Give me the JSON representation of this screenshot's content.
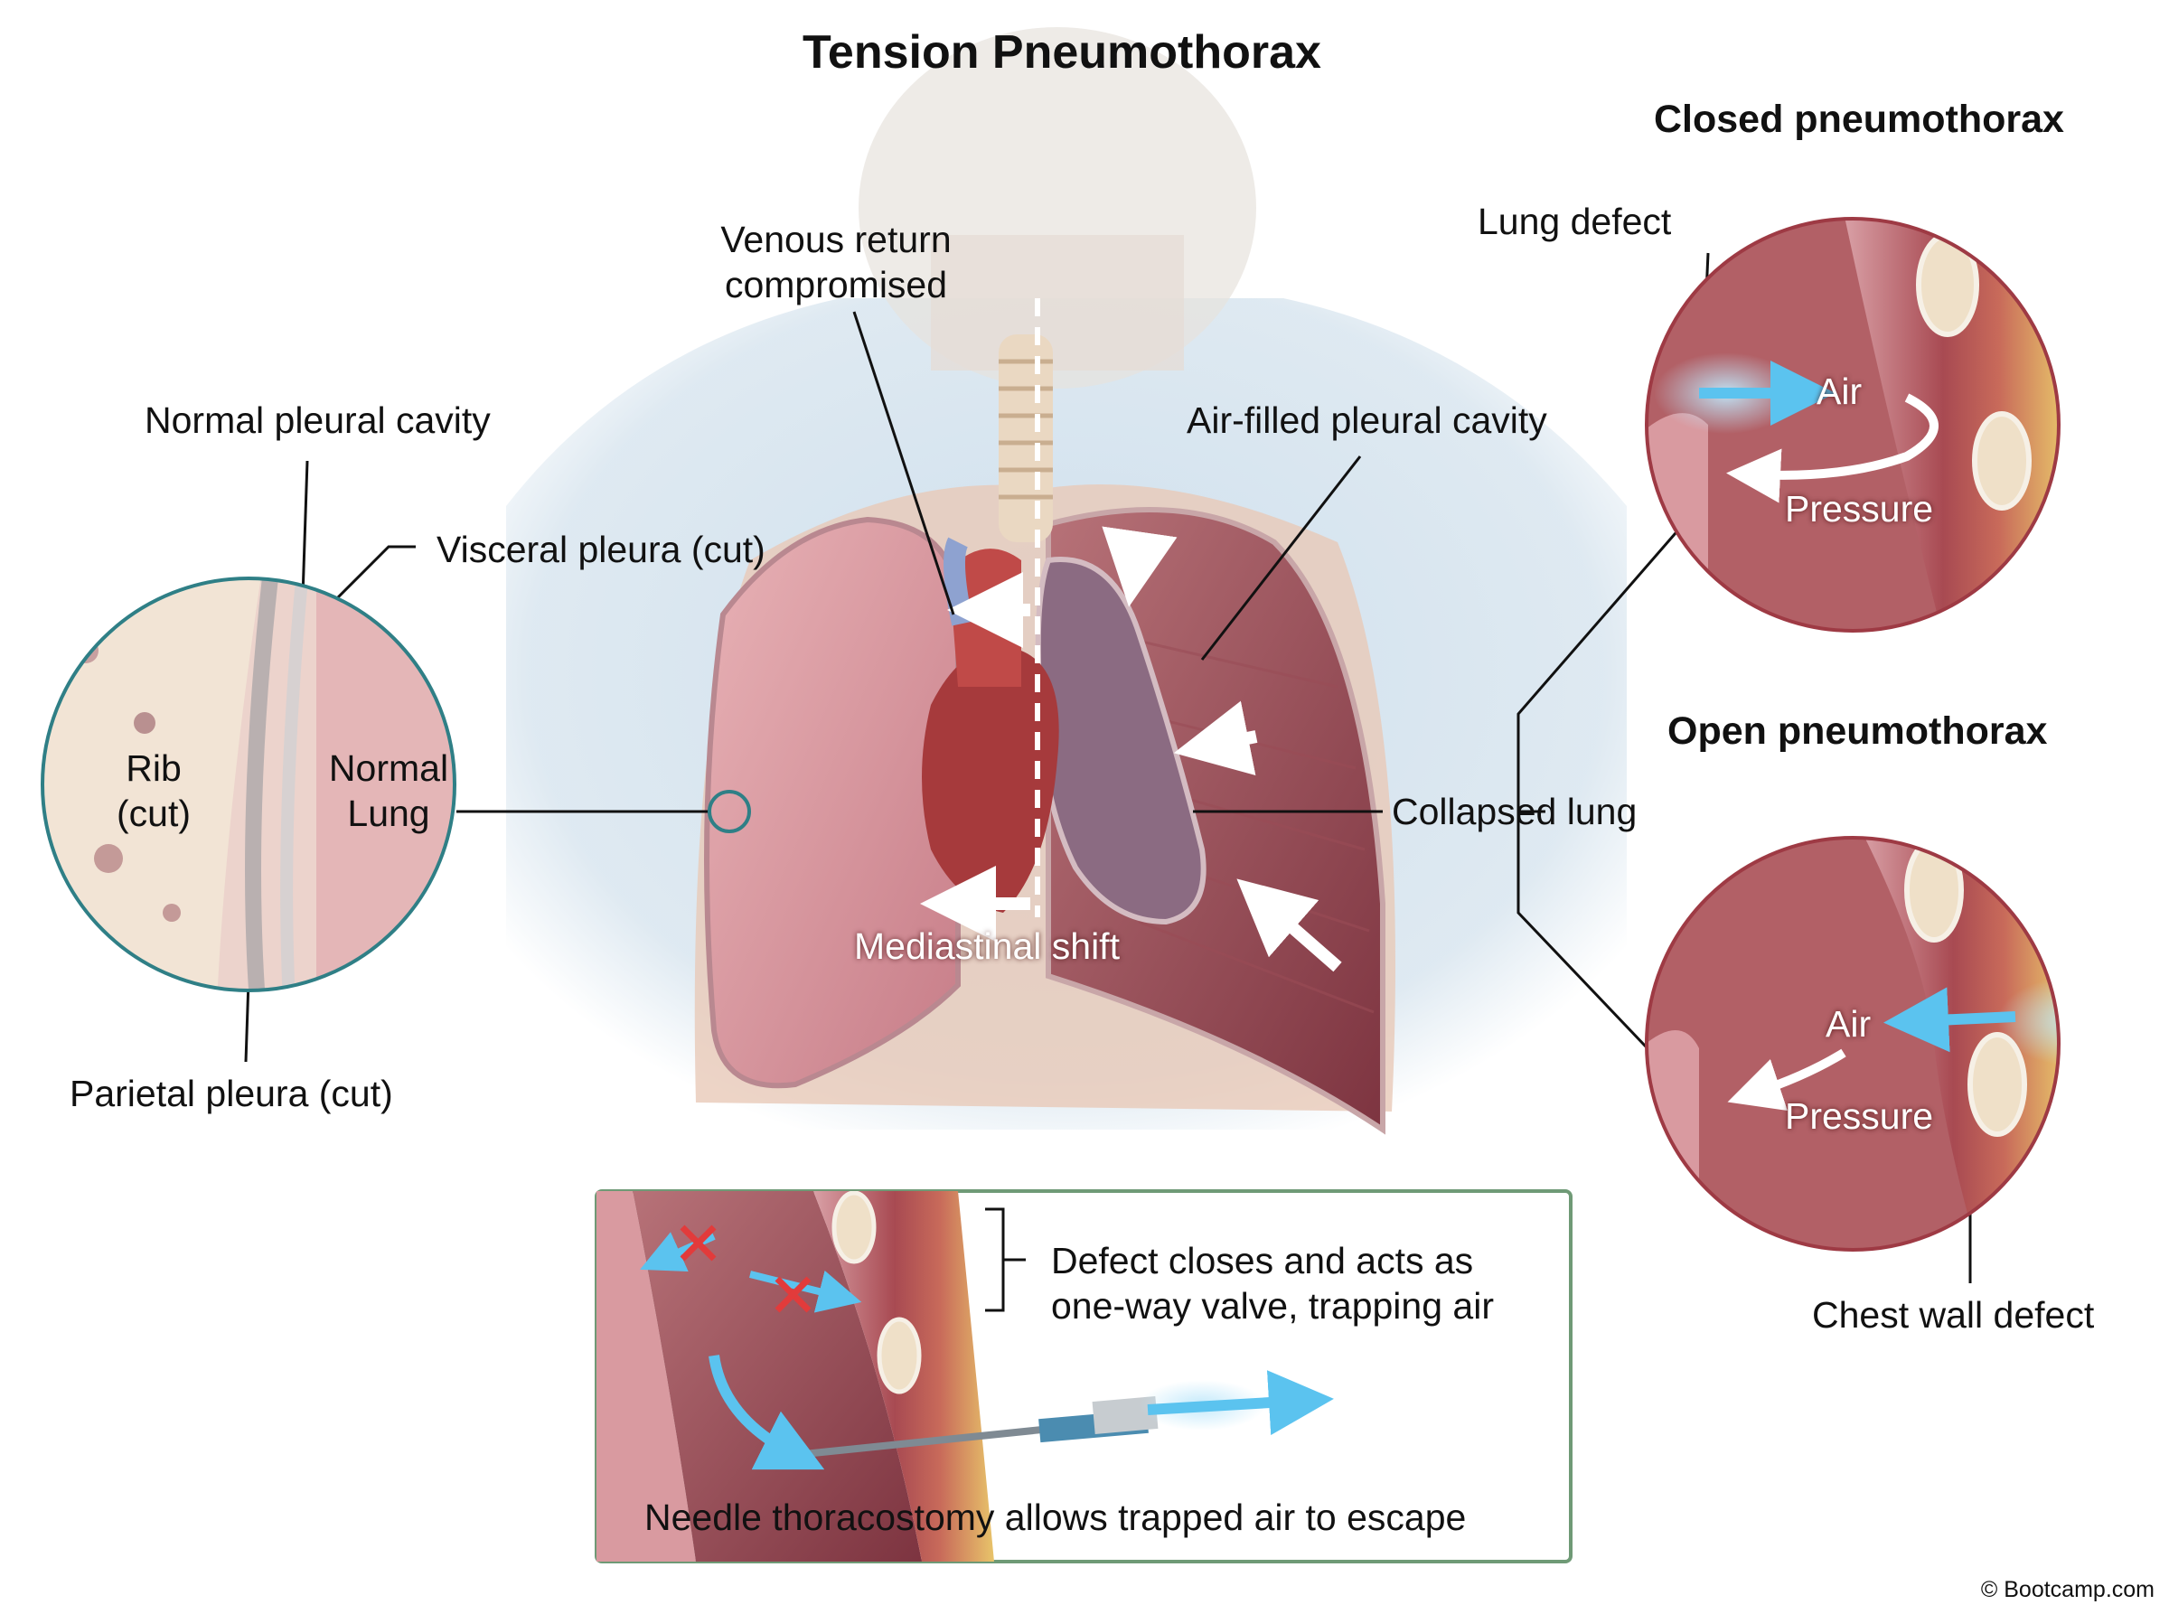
{
  "title": "Tension Pneumothorax",
  "left_inset": {
    "normal_pleural_cavity": "Normal pleural cavity",
    "visceral_pleura": "Visceral pleura (cut)",
    "rib_line1": "Rib",
    "rib_line2": "(cut)",
    "lung_line1": "Normal",
    "lung_line2": "Lung",
    "parietal_pleura": "Parietal pleura (cut)"
  },
  "center": {
    "venous_line1": "Venous return",
    "venous_line2": "compromised",
    "air_filled_cavity": "Air-filled pleural cavity",
    "collapsed_lung": "Collapsed lung",
    "mediastinal_shift": "Mediastinal shift"
  },
  "closed_panel": {
    "heading": "Closed pneumothorax",
    "lung_defect": "Lung defect",
    "air": "Air",
    "pressure": "Pressure"
  },
  "open_panel": {
    "heading": "Open pneumothorax",
    "air": "Air",
    "pressure": "Pressure",
    "chest_wall_defect": "Chest wall defect"
  },
  "bottom_box": {
    "valve_line1": "Defect closes and acts as",
    "valve_line2": "one-way valve, trapping air",
    "needle_caption": "Needle thoracostomy allows trapped air to escape"
  },
  "copyright": "© Bootcamp.com",
  "colors": {
    "tissue_pink": "#d99aa0",
    "tissue_dark": "#8f3f4a",
    "shirt_blue": "#c9dceb",
    "inset_border_teal": "#2f7f86",
    "inset_border_red": "#9e3a44",
    "box_border_green": "#6f9a76",
    "air_arrow_blue": "#5bc3ef"
  }
}
